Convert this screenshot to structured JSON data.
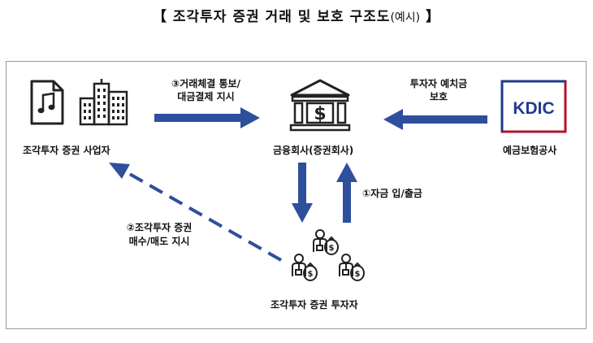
{
  "title": {
    "open_bracket": "【",
    "main": "조각투자 증권 거래 및 보호 구조도",
    "sub": "(예시)",
    "close_bracket": "】"
  },
  "nodes": {
    "business": "조각투자 증권 사업자",
    "financial": "금융회사(증권회사)",
    "investor": "조각투자 증권 투자자",
    "kdic_name": "예금보험공사",
    "kdic_logo": "KDIC"
  },
  "edges": {
    "trade_notice_line1": "③거래체결 통보/",
    "trade_notice_line2": "대금결제 지시",
    "deposit_protection_line1": "투자자 예치금",
    "deposit_protection_line2": "보호",
    "funds_inout": "①자금 입/출금",
    "order_line1": "②조각투자 증권",
    "order_line2": "매수/매도 지시"
  },
  "colors": {
    "arrow": "#2e4f9c",
    "kdic_red": "#b5122b",
    "kdic_blue": "#1f3b8c",
    "icon": "#222222"
  }
}
